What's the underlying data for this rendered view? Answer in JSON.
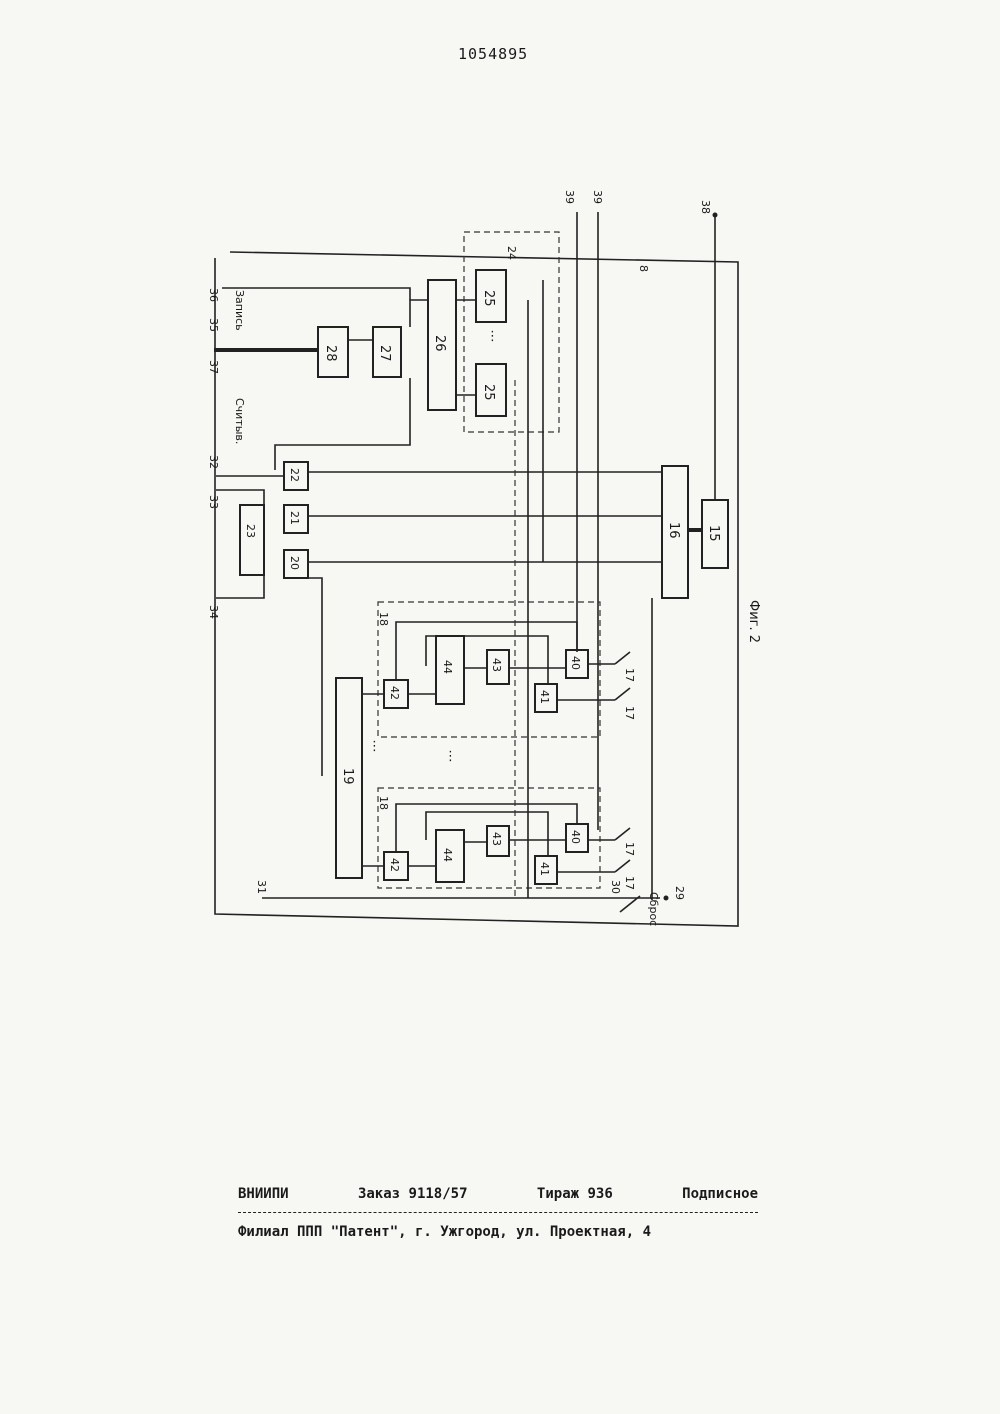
{
  "header": {
    "patent_number": "1054895"
  },
  "diagram": {
    "blocks": {
      "b15": "15",
      "b16": "16",
      "b17a": "17",
      "b17b": "17",
      "b17c": "17",
      "b17d": "17",
      "b18a": "18",
      "b18b": "18",
      "b19": "19",
      "b20": "20",
      "b21": "21",
      "b22": "22",
      "b23": "23",
      "b24": "24",
      "b25a": "25",
      "b25b": "25",
      "b26": "26",
      "b27": "27",
      "b28": "28",
      "b40a": "40",
      "b40b": "40",
      "b41a": "41",
      "b41b": "41",
      "b42a": "42",
      "b42b": "42",
      "b43a": "43",
      "b43b": "43",
      "b44a": "44",
      "b44b": "44"
    },
    "terminals": {
      "t29": "29",
      "t30": "30",
      "t31": "31",
      "t32": "32",
      "t33": "33",
      "t34": "34",
      "t35": "35",
      "t36": "36",
      "t37": "37",
      "t38": "38",
      "t39a": "39",
      "t39b": "39",
      "t8": "8"
    },
    "signal_labels": {
      "write": "Запись",
      "read": "Считыв.",
      "reset": "Сброс"
    },
    "figure_caption": "Фиг. 2"
  },
  "footer": {
    "org": "ВНИИПИ",
    "order": "Заказ 9118/57",
    "print_run": "Тираж 936",
    "subscription": "Подписное",
    "branch_address": "Филиал ППП \"Патент\", г. Ужгород, ул. Проектная, 4"
  }
}
